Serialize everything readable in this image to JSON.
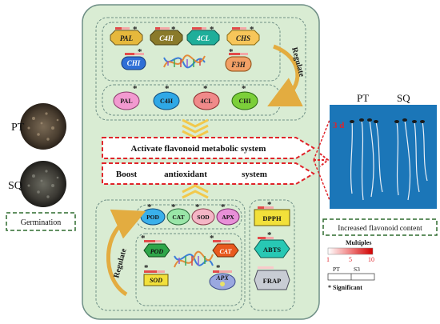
{
  "colors": {
    "panel_bg": "#d9ecd3",
    "panel_border": "#6f8f86",
    "arrow_red": "#e0242a",
    "chevron": "#f2c94c",
    "regulate_arrow": "#e3ac40",
    "germ_border": "#2f6b2f",
    "right_border": "#2f6b2f",
    "photo_blue": "#1b76b8"
  },
  "left": {
    "labels": [
      "PT",
      "SQ"
    ],
    "germination": "Germination"
  },
  "top_section": {
    "genes_row1": [
      "PAL",
      "C4H",
      "4CL",
      "CHS"
    ],
    "genes_row2": [
      "CHI",
      "F3H"
    ],
    "regulate": "Regulate",
    "enzymes": [
      "PAL",
      "C4H",
      "4CL",
      "CHI"
    ]
  },
  "middle": {
    "activate": "Activate flavonoid metabolic system",
    "boost": [
      "Boost",
      "antioxidant",
      "system"
    ]
  },
  "bottom_section": {
    "enzymes": [
      "POD",
      "CAT",
      "SOD",
      "APX"
    ],
    "genes": [
      "POD",
      "CAT",
      "SOD",
      "APX"
    ],
    "regulate": "Regulate",
    "assays": [
      "DPPH",
      "ABTS",
      "FRAP"
    ]
  },
  "right": {
    "pt": "PT",
    "sq": "SQ",
    "day": "3 d",
    "increased": "Increased flavonoid content",
    "legend": {
      "title": "Multiples",
      "ticks": [
        "1",
        "5",
        "10"
      ],
      "cols": [
        "PT",
        "S3"
      ],
      "significant": "* Significant"
    }
  },
  "star": "*"
}
